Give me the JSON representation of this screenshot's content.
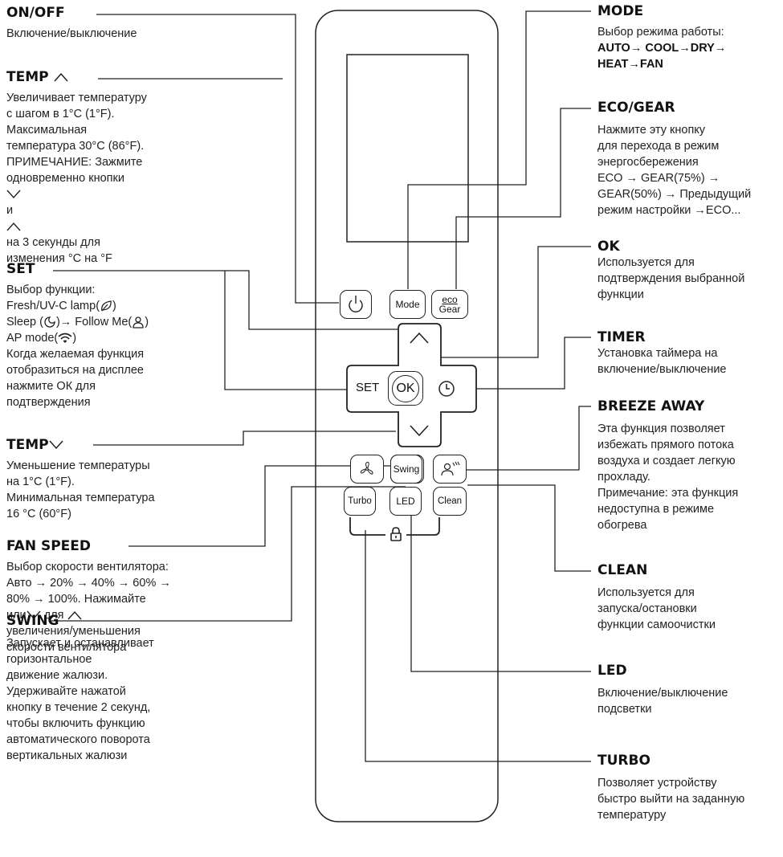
{
  "on_off": {
    "title": "ON/OFF",
    "desc": "Включение/выключение"
  },
  "temp_up": {
    "title": "TEMP",
    "desc": "Увеличивает температуру\nс шагом в 1°C (1°F).\nМаксимальная\nтемпература 30°C (86°F).\nПРИМЕЧАНИЕ: Зажмите\nодновременно кнопки",
    "desc_and": "и",
    "desc_tail": "на 3 секунды для\nизменения °C на °F"
  },
  "set": {
    "title": "SET",
    "desc_1": "Выбор функции:",
    "desc_2": "Fresh/UV-C lamp(",
    "desc_2_end": ")",
    "desc_3": "Sleep (",
    "desc_3_mid": ")→ Follow Me(",
    "desc_3_end": ")",
    "desc_4": "AP mode(",
    "desc_4_end": ")",
    "desc_5": "Когда желаемая функция\nотобразиться на дисплее\nнажмите ОК для\nподтверждения"
  },
  "temp_down": {
    "title": "TEMP",
    "desc": "Уменьшение температуры\nна 1°C (1°F).\nМинимальная температура\n16 °C (60°F)"
  },
  "fan_speed": {
    "title": "FAN SPEED",
    "desc": "Выбор скорости вентилятора:\nАвто → 20% → 40% → 60% →\n80% → 100%. Нажимайте",
    "desc_or": "или",
    "desc_for": "для",
    "desc_tail": "увеличения/уменьшения\nскорости вентилятора"
  },
  "swing": {
    "title": "SWING",
    "desc": "Запускает и останавливает\nгоризонтальное\nдвижение жалюзи.\nУдерживайте нажатой\nкнопку в течение 2 секунд,\nчтобы включить функцию\nавтоматического поворота\nвертикальных жалюзи"
  },
  "mode": {
    "title": "MODE",
    "desc": "Выбор режима работы:",
    "flow": "AUTO→ COOL→DRY→\nHEAT→FAN"
  },
  "eco_gear": {
    "title": "ECO/GEAR",
    "desc": "Нажмите эту кнопку\nдля перехода в режим\nэнергосбережения\nECO → GEAR(75%) →\nGEAR(50%) → Предыдущий\nрежим настройки →ECO..."
  },
  "ok": {
    "title": "OK",
    "desc": "Используется для\nподтверждения выбранной\nфункции"
  },
  "timer": {
    "title": "TIMER",
    "desc": "Установка таймера на\nвключение/выключение"
  },
  "breeze_away": {
    "title": "BREEZE AWAY",
    "desc": "Эта функция позволяет\nизбежать прямого потока\nвоздуха и создает легкую\nпрохладу.\nПримечание: эта функция\nнедоступна в режиме\nобогрева"
  },
  "clean": {
    "title": "CLEAN",
    "desc": "Используется для\nзапуска/остановки\nфункции самоочистки"
  },
  "led": {
    "title": "LED",
    "desc": "Включение/выключение\nподсветки"
  },
  "turbo": {
    "title": "TURBO",
    "desc": "Позволяет устройству\nбыстро выйти на заданную\nтемпературу"
  },
  "remote": {
    "mode_btn": "Mode",
    "eco_top": "eco",
    "eco_bottom": "Gear",
    "set_btn": "SET",
    "ok_btn": "OK",
    "swing_btn": "Swing",
    "turbo_btn": "Turbo",
    "led_btn": "LED",
    "clean_btn": "Clean",
    "icons": [
      "power-icon",
      "arrow-up-icon",
      "arrow-down-icon",
      "clock-icon",
      "fan-icon",
      "breeze-away-icon",
      "lock-icon",
      "leaf-icon",
      "sleep-icon",
      "person-icon",
      "wifi-icon"
    ]
  }
}
